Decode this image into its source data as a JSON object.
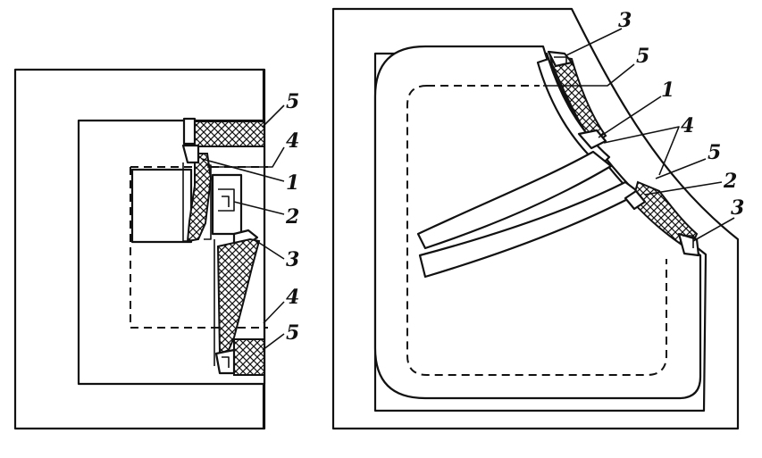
{
  "diagram": {
    "left_figure_labels": [
      "5",
      "4",
      "1",
      "2",
      "3",
      "4",
      "5"
    ],
    "right_figure_labels": [
      "3",
      "5",
      "1",
      "4",
      "5",
      "2",
      "3"
    ]
  }
}
